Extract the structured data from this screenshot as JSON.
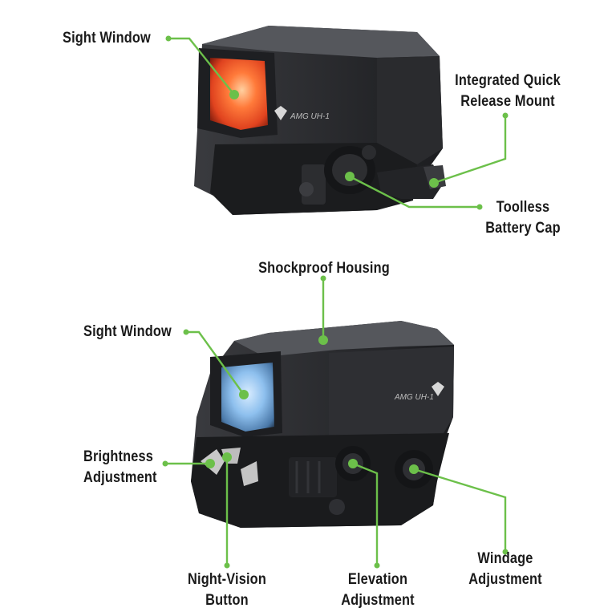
{
  "product": {
    "model_marking": "AMG UH-1",
    "accent_color": "#6cc04a",
    "body_color": "#2c2d30",
    "top_window_color": "#e8542a",
    "bottom_window_color": "#7fb4e6"
  },
  "top_view": {
    "callouts": {
      "sight_window": "Sight Window",
      "quick_release_line1": "Integrated Quick",
      "quick_release_line2": "Release Mount",
      "battery_cap_line1": "Toolless",
      "battery_cap_line2": "Battery Cap"
    }
  },
  "bottom_view": {
    "callouts": {
      "shockproof_housing": "Shockproof Housing",
      "sight_window": "Sight Window",
      "brightness_line1": "Brightness",
      "brightness_line2": "Adjustment",
      "night_vision_line1": "Night-Vision",
      "night_vision_line2": "Button",
      "elevation_line1": "Elevation",
      "elevation_line2": "Adjustment",
      "windage_line1": "Windage",
      "windage_line2": "Adjustment"
    }
  }
}
